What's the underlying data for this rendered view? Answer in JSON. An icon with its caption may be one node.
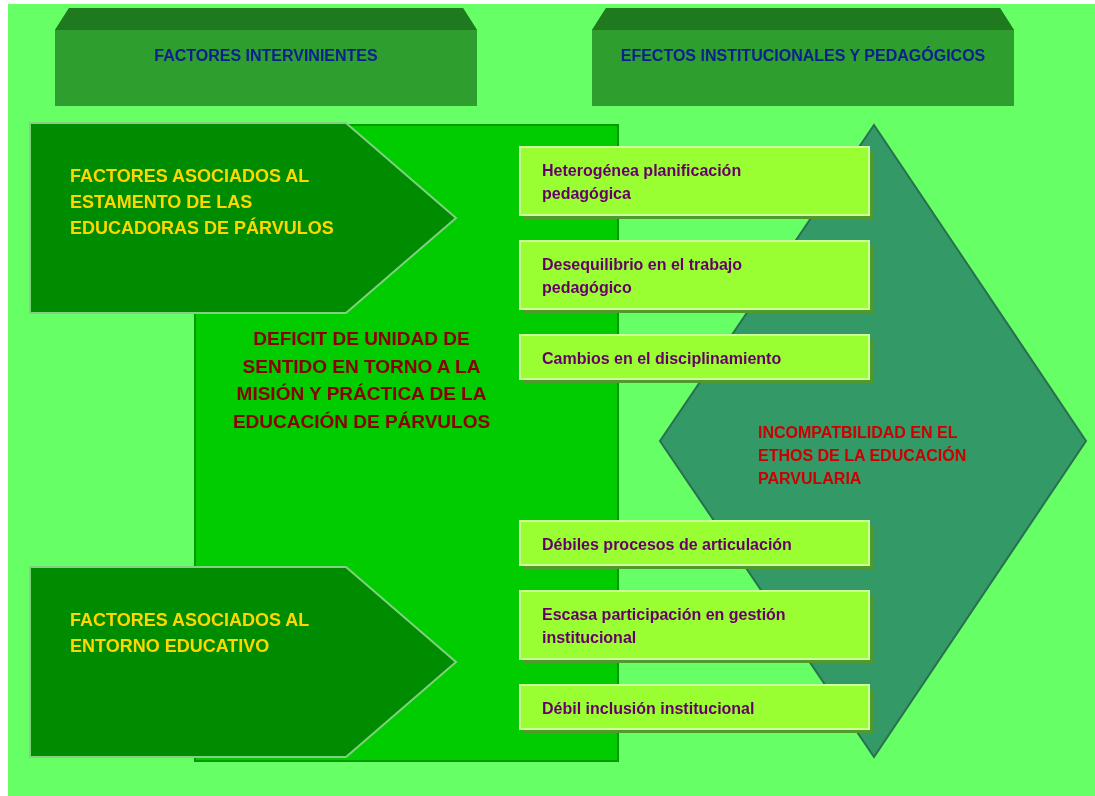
{
  "diagram": {
    "nodes": [
      {
        "text": [
          "FACTORES INTERVINIENTES"
        ]
      },
      {
        "text": [
          "EFECTOS INSTITUCIONALES Y PEDAGÓGICOS"
        ]
      },
      {
        "text": [
          "DEFICIT DE UNIDAD DE SENTIDO EN TORNO A LA MISIÓN Y PRÁCTICA DE LA EDUCACIÓN DE PÁRVULOS"
        ]
      },
      {
        "text": [
          "FACTORES ASOCIADOS AL ESTAMENTO DE LAS EDUCADORAS DE PÁRVULOS"
        ]
      },
      {
        "text": [
          "FACTORES ASOCIADOS AL ENTORNO EDUCATIVO"
        ]
      },
      {
        "text": [
          "INCOMPATBILIDAD EN EL ETHOS DE LA EDUCACIÓN PARVULARIA"
        ]
      },
      {
        "text": [
          "Heterogénea planificación pedagógica"
        ]
      },
      {
        "text": [
          "Desequilibrio en el trabajo pedagógico"
        ]
      },
      {
        "text": [
          "Cambios en el disciplinamiento"
        ]
      },
      {
        "text": [
          "Débiles procesos de articulación"
        ]
      },
      {
        "text": [
          "Escasa participación en gestión institucional"
        ]
      },
      {
        "text": [
          "Débil inclusión institucional"
        ]
      }
    ]
  }
}
